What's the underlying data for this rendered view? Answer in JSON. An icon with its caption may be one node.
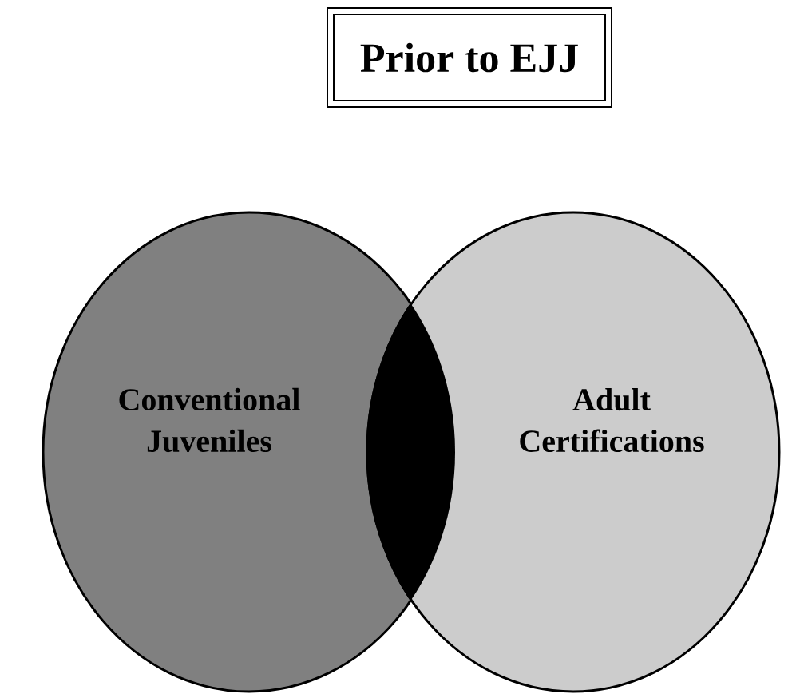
{
  "diagram": {
    "nodes": [
      {
        "text": [
          "Prior to EJJ"
        ]
      },
      {
        "text": [
          "Conventional Juveniles"
        ]
      },
      {
        "text": [
          "Adult Certifications"
        ]
      }
    ]
  }
}
